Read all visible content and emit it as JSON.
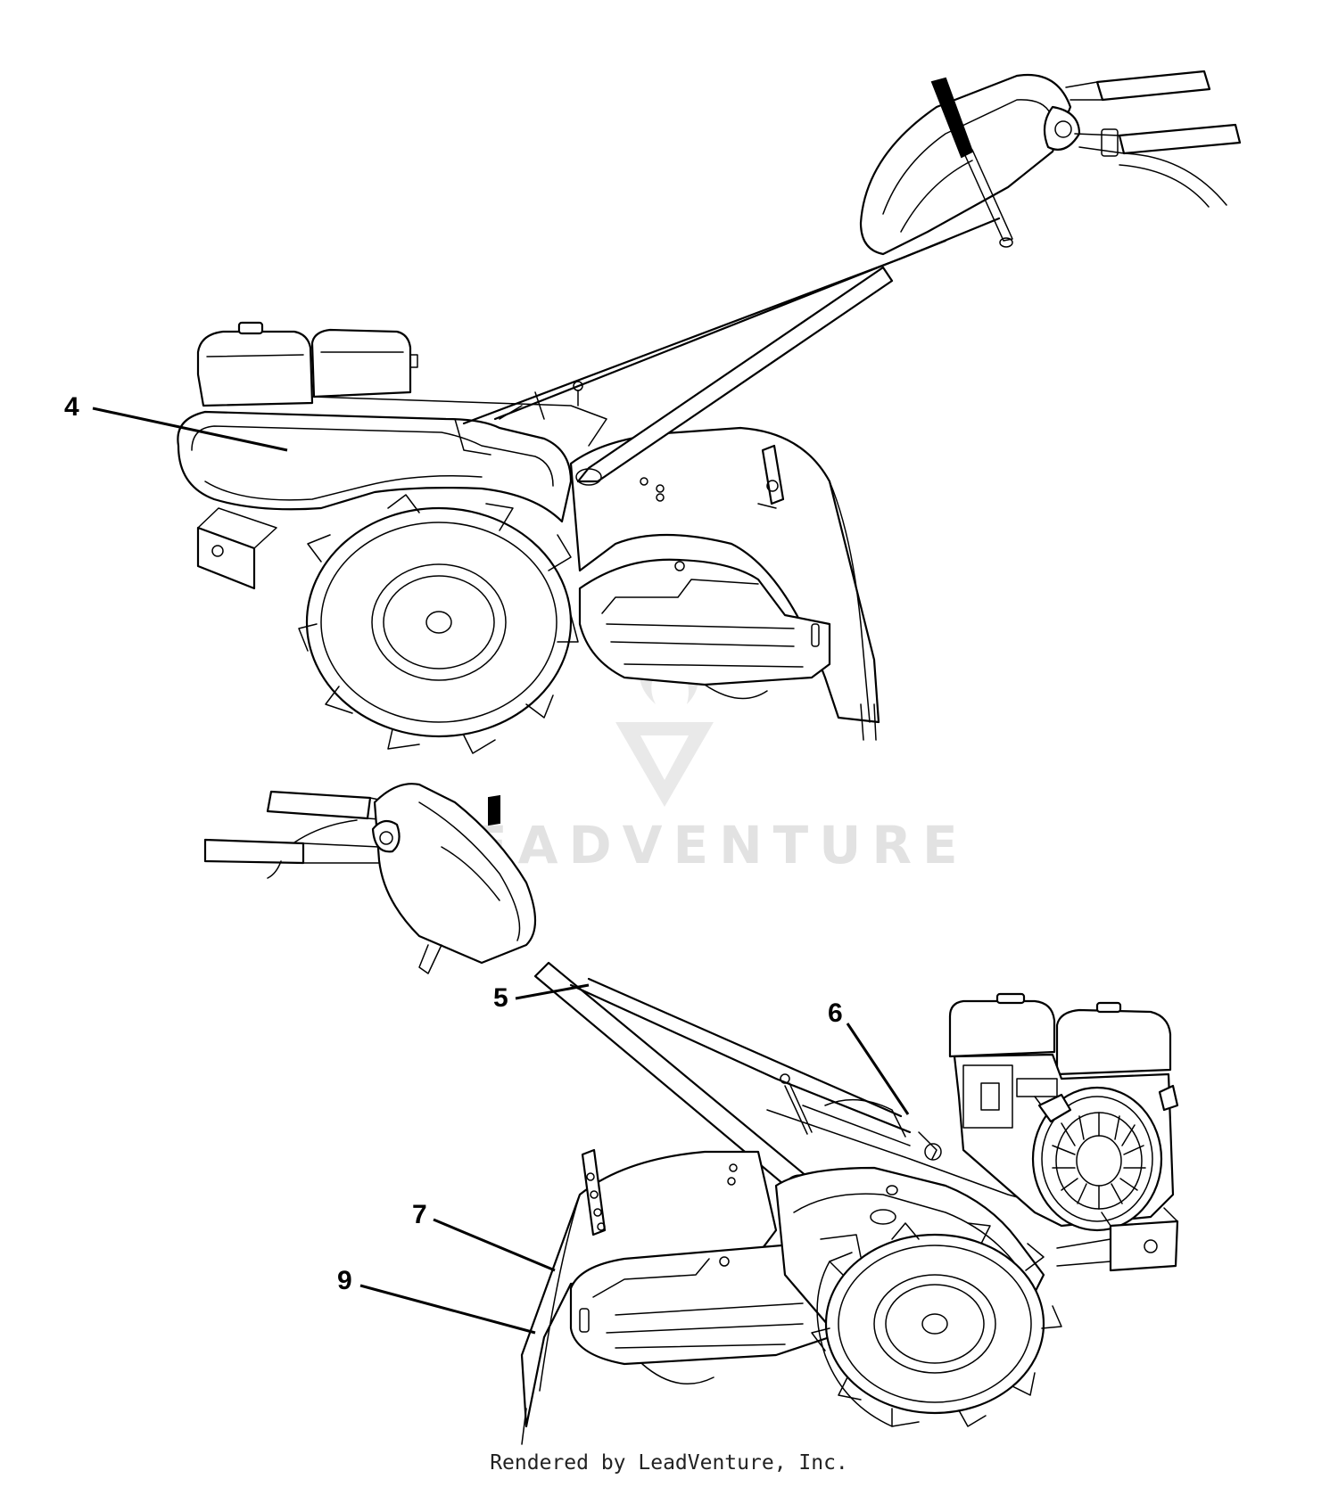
{
  "callouts": [
    {
      "id": "4",
      "label": "4"
    },
    {
      "id": "5",
      "label": "5"
    },
    {
      "id": "6",
      "label": "6"
    },
    {
      "id": "7",
      "label": "7"
    },
    {
      "id": "9",
      "label": "9"
    }
  ],
  "watermark": {
    "text": "LEADVENTURE"
  },
  "footer": {
    "credit": "Rendered by LeadVenture, Inc."
  }
}
